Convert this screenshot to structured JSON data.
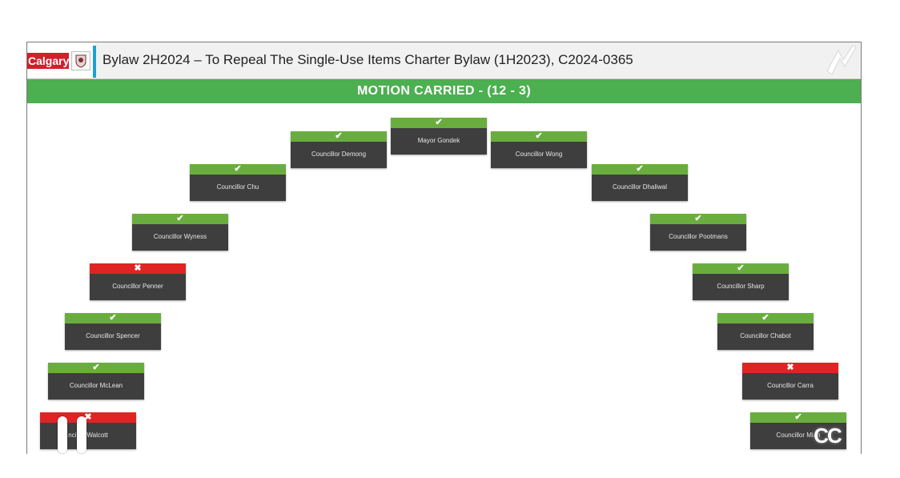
{
  "header": {
    "logo_text": "Calgary",
    "title": "Bylaw 2H2024 – To Repeal The Single-Use Items Charter Bylaw (1H2023), C2024-0365"
  },
  "banner": {
    "text": "MOTION CARRIED - (12 - 3)"
  },
  "colors": {
    "carried": "#4caf50",
    "yes": "#6aad3f",
    "no": "#e02424",
    "seat": "#3e3e3e",
    "accent": "#1ea1d2"
  },
  "seats": [
    {
      "id": "gondek",
      "name": "Mayor Gondek",
      "mark": "✔",
      "vote": "yes"
    },
    {
      "id": "demong",
      "name": "Councillor Demong",
      "mark": "✔",
      "vote": "yes"
    },
    {
      "id": "wong",
      "name": "Councillor Wong",
      "mark": "✔",
      "vote": "yes"
    },
    {
      "id": "chu",
      "name": "Councillor Chu",
      "mark": "✔",
      "vote": "yes"
    },
    {
      "id": "dhaliwal",
      "name": "Councillor Dhaliwal",
      "mark": "✔",
      "vote": "yes"
    },
    {
      "id": "wyness",
      "name": "Councillor Wyness",
      "mark": "✔",
      "vote": "yes"
    },
    {
      "id": "pootmans",
      "name": "Councillor Pootmans",
      "mark": "✔",
      "vote": "yes"
    },
    {
      "id": "penner",
      "name": "Councillor Penner",
      "mark": "✖",
      "vote": "no"
    },
    {
      "id": "sharp",
      "name": "Councillor Sharp",
      "mark": "✔",
      "vote": "yes"
    },
    {
      "id": "spencer",
      "name": "Councillor Spencer",
      "mark": "✔",
      "vote": "yes"
    },
    {
      "id": "chabot",
      "name": "Councillor Chabot",
      "mark": "✔",
      "vote": "yes"
    },
    {
      "id": "mclean",
      "name": "Councillor McLean",
      "mark": "✔",
      "vote": "yes"
    },
    {
      "id": "carra",
      "name": "Councillor Carra",
      "mark": "✖",
      "vote": "no"
    },
    {
      "id": "walcott",
      "name": "ncillor Walcott",
      "mark": "✖",
      "vote": "no"
    },
    {
      "id": "mian",
      "name": "Councillor Mian",
      "mark": "✔",
      "vote": "yes"
    }
  ],
  "player": {
    "cc_label": "CC"
  }
}
